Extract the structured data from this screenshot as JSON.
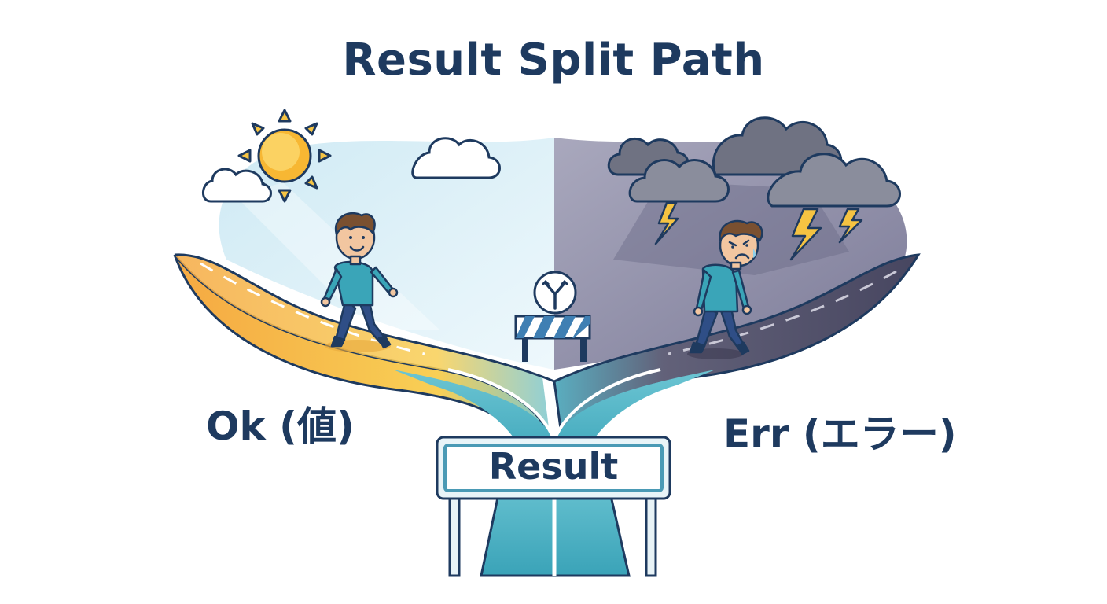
{
  "title": "Result Split Path",
  "branches": {
    "ok": {
      "label": "Ok (値)"
    },
    "err": {
      "label": "Err (エラー)"
    }
  },
  "sign": {
    "label": "Result"
  },
  "colors": {
    "title": "#1e3a5f",
    "ok_sky": "#dff2f9",
    "err_sky": "#8a8aa3",
    "ok_road": "#f7c248",
    "err_road": "#54546c",
    "main_road": "#4bb5c8",
    "sign_border": "#4a9ab5"
  },
  "icons": [
    "sun-icon",
    "cloud-icon",
    "storm-cloud-icon",
    "lightning-icon",
    "fork-arrow-icon",
    "barrier-icon"
  ]
}
